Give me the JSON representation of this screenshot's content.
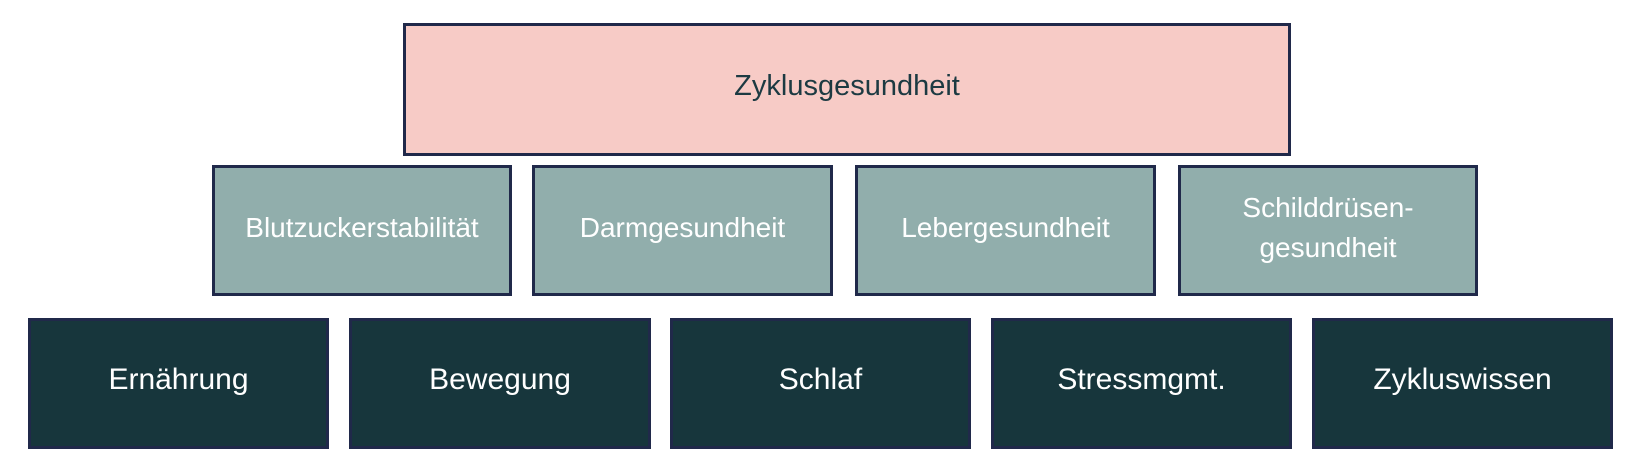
{
  "diagram": {
    "type": "hierarchy-pyramid",
    "colors": {
      "top_fill": "#f7cbc6",
      "middle_fill": "#91aeac",
      "bottom_fill": "#17363c",
      "border": "#20294a",
      "top_text": "#1c3a42",
      "light_text": "#ffffff",
      "background": "#ffffff"
    },
    "rows": {
      "top": {
        "boxes": [
          {
            "label": "Zyklusgesundheit"
          }
        ]
      },
      "middle": {
        "boxes": [
          {
            "label": "Blutzuckerstabilität"
          },
          {
            "label": "Darmgesundheit"
          },
          {
            "label": "Lebergesundheit"
          },
          {
            "label": "Schilddrüsen-\ngesundheit"
          }
        ]
      },
      "bottom": {
        "boxes": [
          {
            "label": "Ernährung"
          },
          {
            "label": "Bewegung"
          },
          {
            "label": "Schlaf"
          },
          {
            "label": "Stressmgmt."
          },
          {
            "label": "Zykluswissen"
          }
        ]
      }
    }
  }
}
